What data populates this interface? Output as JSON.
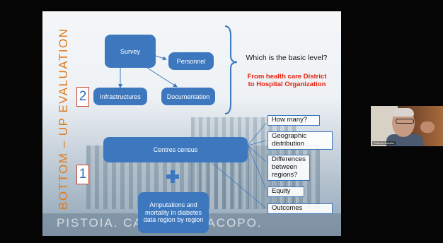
{
  "slide": {
    "vertical_title": "BOTTOM – UP EVALUATION",
    "footer": "PISTOIA. CASA SAN JACOPO.",
    "level_numbers": {
      "top": "2",
      "bottom": "1"
    },
    "boxes": {
      "survey": "Survey",
      "personnel": "Personnel",
      "infrastructures": "Infrastructures",
      "documentation": "Documentation",
      "centres_census": "Centres census",
      "amputations": "Amputations and mortality in diabetes data region by region"
    },
    "question": "Which is the basic level?",
    "answer": "From health care District to Hospital Organization",
    "outcomes": [
      "How many?",
      "Geographic distribution",
      "Differences between regions?",
      "Equity",
      "Outcomes"
    ]
  },
  "video": {
    "participant_name": "Roberto Anichini"
  },
  "colors": {
    "box": "#3d78bf",
    "title": "#e07a1c",
    "answer": "#e8200e"
  }
}
